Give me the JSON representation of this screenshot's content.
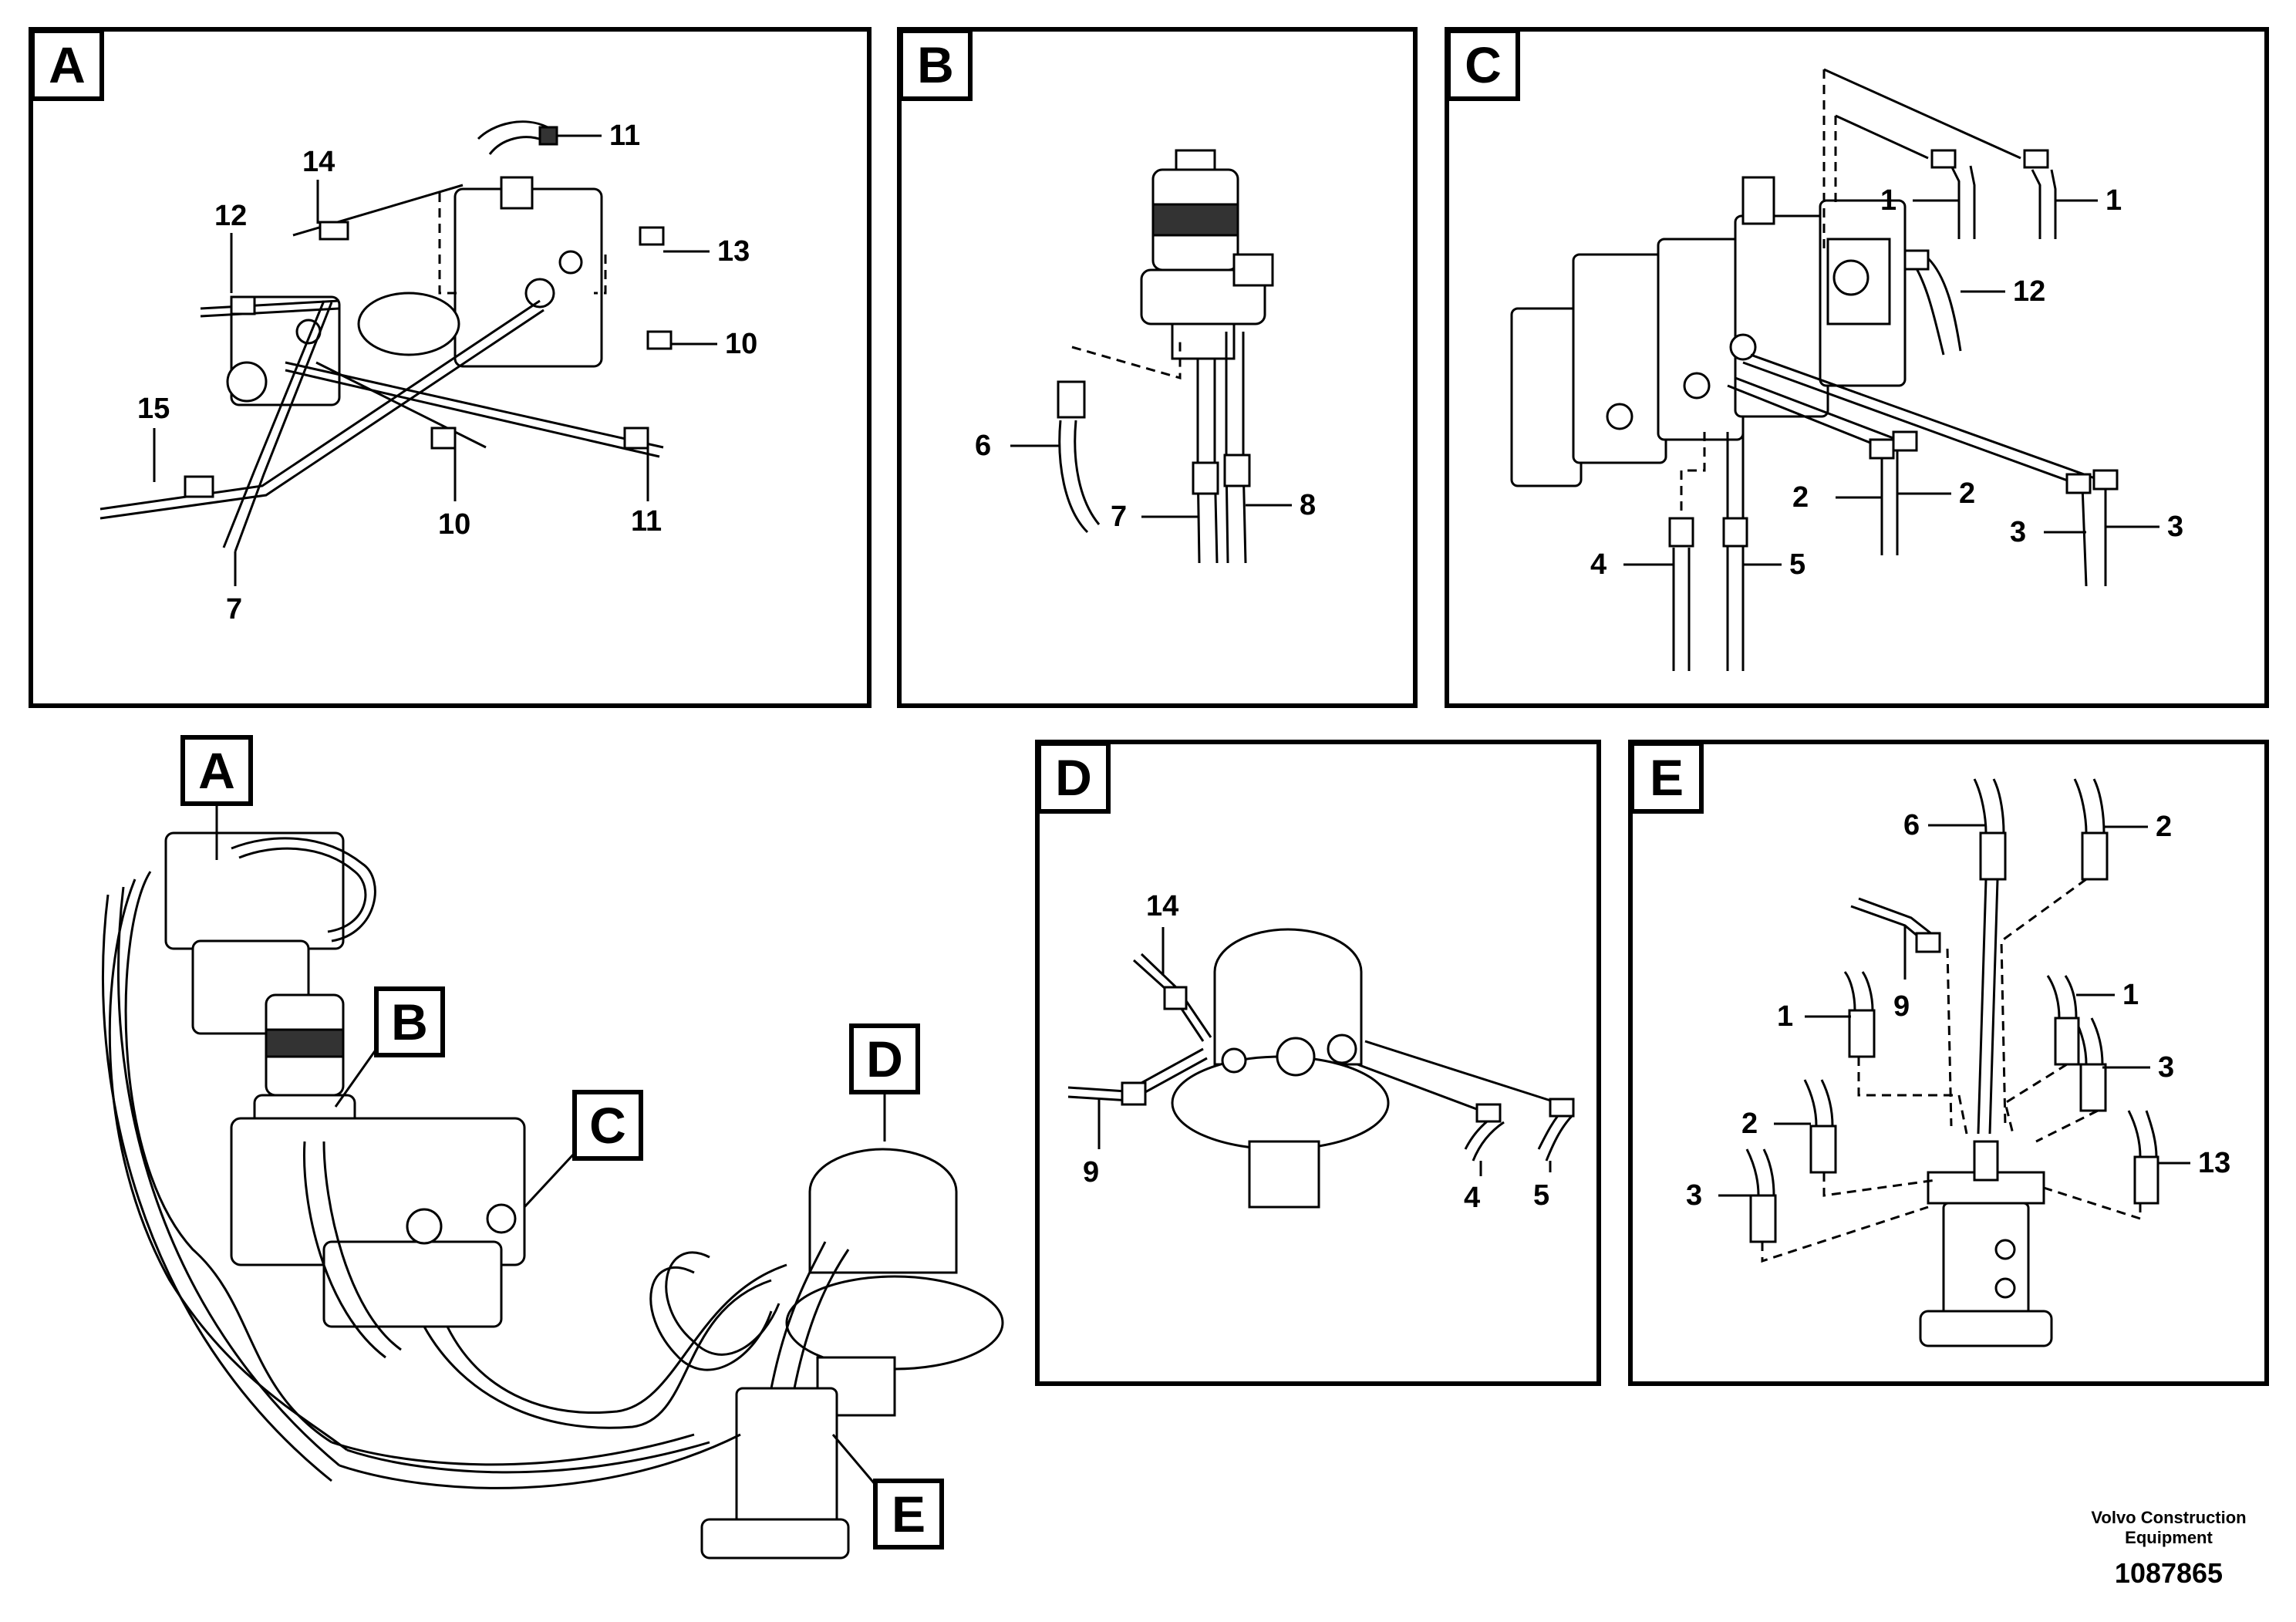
{
  "panels": [
    {
      "tag": "A",
      "callouts": [
        "11",
        "14",
        "12",
        "13",
        "10",
        "15",
        "10",
        "11",
        "7"
      ]
    },
    {
      "tag": "B",
      "callouts": [
        "6",
        "7",
        "8"
      ]
    },
    {
      "tag": "C",
      "callouts": [
        "1",
        "1",
        "12",
        "2",
        "2",
        "3",
        "3",
        "4",
        "5"
      ]
    },
    {
      "tag": "D",
      "callouts": [
        "14",
        "9",
        "4",
        "5"
      ]
    },
    {
      "tag": "E",
      "callouts": [
        "6",
        "2",
        "9",
        "1",
        "1",
        "3",
        "2",
        "13",
        "3"
      ]
    }
  ],
  "overview_tags": [
    "A",
    "B",
    "C",
    "D",
    "E"
  ],
  "footer": {
    "brand_line1": "Volvo Construction",
    "brand_line2": "Equipment",
    "drawing_number": "1087865"
  }
}
